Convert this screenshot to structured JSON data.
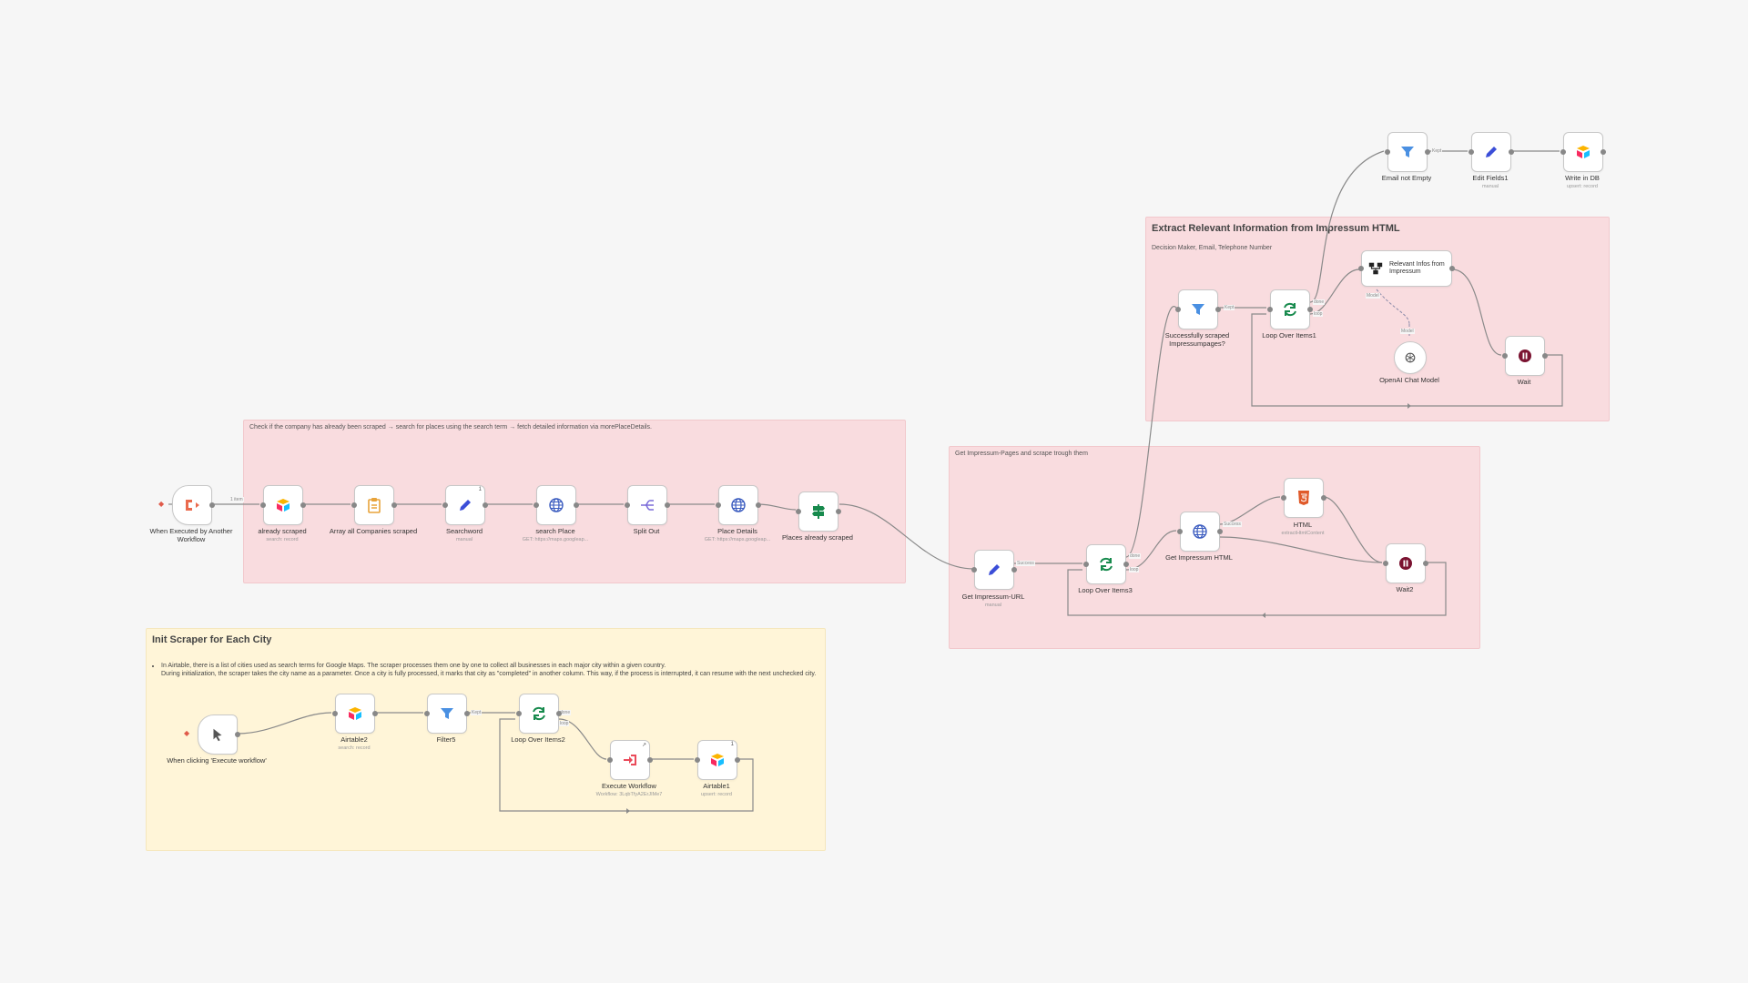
{
  "colors": {
    "pink_note": "#f9dcdf",
    "yellow_note": "#fff5d8",
    "trigger_orange": "#ea6a4d",
    "filter_blue": "#4a90e2",
    "edit_blue": "#3b4ed8",
    "loop_green": "#178a4d",
    "wait_maroon": "#7a1230",
    "html_orange": "#e05a2a"
  },
  "sticky_notes": {
    "top_right": {
      "title": "Extract Relevant Information from Impressum HTML",
      "subtitle": "Decision Maker, Email, Telephone Number"
    },
    "middle": {
      "subtitle": "Check if the company has already been scraped → search for places using the search term → fetch detailed information via morePlaceDetails."
    },
    "right": {
      "subtitle": "Get Impressum-Pages and scrape trough them"
    },
    "bottom": {
      "title": "Init Scraper for Each City",
      "line1": "In Airtable, there is a list of cities used as search terms for Google Maps. The scraper processes them one by one to collect all businesses in each major city within a given country.",
      "line2": "During initialization, the scraper takes the city name as a parameter. Once a city is fully processed, it marks that city as \"completed\" in another column. This way, if the process is interrupted, it can resume with the next unchecked city."
    }
  },
  "nodes": {
    "when_executed": {
      "label": "When Executed by Another Workflow",
      "icon": "trigger-arrow-icon"
    },
    "already_scraped": {
      "label": "already scraped",
      "sub": "search: record",
      "icon": "airtable-icon"
    },
    "array_companies": {
      "label": "Array all Companies scraped",
      "icon": "clipboard-icon"
    },
    "searchword": {
      "label": "Searchword",
      "sub": "manual",
      "badge": "1",
      "icon": "pencil-icon"
    },
    "search_place": {
      "label": "search Place",
      "sub": "GET: https://maps.googleap...",
      "icon": "globe-icon"
    },
    "split_out": {
      "label": "Split Out",
      "icon": "split-icon"
    },
    "place_details": {
      "label": "Place Details",
      "sub": "GET: https://maps.googleap...",
      "icon": "globe-icon"
    },
    "places_already": {
      "label": "Places already scraped",
      "icon": "signpost-icon"
    },
    "get_impressum_url": {
      "label": "Get Impressum-URL",
      "sub": "manual",
      "icon": "pencil-icon"
    },
    "loop_items3": {
      "label": "Loop Over Items3",
      "icon": "loop-icon"
    },
    "get_impressum_html": {
      "label": "Get Impressum HTML",
      "icon": "globe-icon"
    },
    "html": {
      "label": "HTML",
      "sub": "extractHtmlContent",
      "icon": "html5-icon"
    },
    "wait2": {
      "label": "Wait2",
      "icon": "pause-icon"
    },
    "successfully_scraped": {
      "label": "Successfully scraped Impressumpages?",
      "icon": "filter-icon"
    },
    "loop_items1": {
      "label": "Loop Over Items1",
      "icon": "loop-icon"
    },
    "relevant_infos": {
      "label": "Relevant Infos from Impressum",
      "icon": "extractor-icon"
    },
    "openai": {
      "label": "OpenAI Chat Model",
      "icon": "openai-icon"
    },
    "wait": {
      "label": "Wait",
      "icon": "pause-icon"
    },
    "email_not_empty": {
      "label": "Email not Empty",
      "icon": "filter-icon"
    },
    "edit_fields1": {
      "label": "Edit Fields1",
      "sub": "manual",
      "icon": "pencil-icon"
    },
    "write_db": {
      "label": "Write in DB",
      "sub": "upsert: record",
      "icon": "airtable-icon"
    },
    "when_clicking": {
      "label": "When clicking 'Execute workflow'",
      "icon": "cursor-icon"
    },
    "airtable2": {
      "label": "Airtable2",
      "sub": "search: record",
      "icon": "airtable-icon"
    },
    "filter5": {
      "label": "Filter5",
      "icon": "filter-icon"
    },
    "loop_items2": {
      "label": "Loop Over Items2",
      "icon": "loop-icon"
    },
    "execute_workflow": {
      "label": "Execute Workflow",
      "sub": "Workflow: 3LqbTfyA2ErJIMe7",
      "icon": "execute-icon"
    },
    "airtable1": {
      "label": "Airtable1",
      "sub": "upsert: record",
      "badge": "1",
      "icon": "airtable-icon"
    }
  },
  "edge_labels": {
    "item": "1 item",
    "kept": "Kept",
    "done": "done",
    "loop": "loop",
    "success": "Success",
    "model": "Model"
  }
}
